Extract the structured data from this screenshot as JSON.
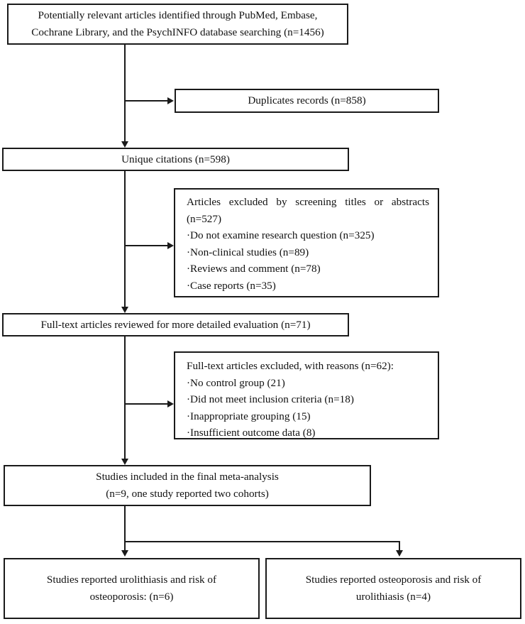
{
  "diagram": {
    "type": "prisma-flow-diagram",
    "title": "",
    "nodes": [
      {
        "id": "identification",
        "name": "identification-box",
        "lines": [
          "Potentially relevant articles identified through PubMed, Embase,",
          "Cochrane Library, and the PsychINFO database searching (n=1456)"
        ],
        "n": 1456,
        "align": "center"
      },
      {
        "id": "duplicates",
        "name": "duplicates-box",
        "lines": [
          "Duplicates records (n=858)"
        ],
        "n": 858,
        "align": "center"
      },
      {
        "id": "unique-citations",
        "name": "unique-citations-box",
        "lines": [
          "Unique citations (n=598)"
        ],
        "n": 598,
        "align": "center"
      },
      {
        "id": "screened-excluded",
        "name": "screening-excluded-box",
        "lines": [
          "Articles excluded by screening titles or abstracts",
          "(n=527)",
          "·Do not examine research question (n=325)",
          "·Non-clinical studies (n=89)",
          "·Reviews and comment (n=78)",
          "·Case reports (n=35)"
        ],
        "n": 527,
        "align": "left"
      },
      {
        "id": "fulltext-reviewed",
        "name": "fulltext-reviewed-box",
        "lines": [
          "Full-text articles reviewed for more detailed evaluation (n=71)"
        ],
        "n": 71,
        "align": "center"
      },
      {
        "id": "fulltext-excluded",
        "name": "fulltext-excluded-box",
        "lines": [
          "Full-text articles excluded, with reasons (n=62):",
          "·No control group (21)",
          "·Did not meet inclusion criteria (n=18)",
          "·Inappropriate grouping (15)",
          "·Insufficient outcome data (8)"
        ],
        "n": 62,
        "align": "left"
      },
      {
        "id": "included",
        "name": "included-studies-box",
        "lines": [
          "Studies included in the final meta-analysis",
          "(n=9, one study reported two cohorts)"
        ],
        "n": 9,
        "align": "center"
      },
      {
        "id": "outcome-left",
        "name": "outcome-urolithiasis-to-osteoporosis-box",
        "lines": [
          "Studies reported urolithiasis and risk of",
          "osteoporosis: (n=6)"
        ],
        "n": 6,
        "align": "center"
      },
      {
        "id": "outcome-right",
        "name": "outcome-osteoporosis-to-urolithiasis-box",
        "lines": [
          "Studies reported osteoporosis and risk of",
          "urolithiasis (n=4)"
        ],
        "n": 4,
        "align": "center"
      }
    ],
    "edges": [
      {
        "from": "identification",
        "to": "duplicates",
        "kind": "side-branch"
      },
      {
        "from": "identification",
        "to": "unique-citations",
        "kind": "main"
      },
      {
        "from": "unique-citations",
        "to": "screened-excluded",
        "kind": "side-branch"
      },
      {
        "from": "unique-citations",
        "to": "fulltext-reviewed",
        "kind": "main"
      },
      {
        "from": "fulltext-reviewed",
        "to": "fulltext-excluded",
        "kind": "side-branch"
      },
      {
        "from": "fulltext-reviewed",
        "to": "included",
        "kind": "main"
      },
      {
        "from": "included",
        "to": "outcome-left",
        "kind": "split"
      },
      {
        "from": "included",
        "to": "outcome-right",
        "kind": "split"
      }
    ],
    "colors": {
      "stroke": "#1a1a1a",
      "fill": "#ffffff",
      "text": "#111111"
    }
  }
}
